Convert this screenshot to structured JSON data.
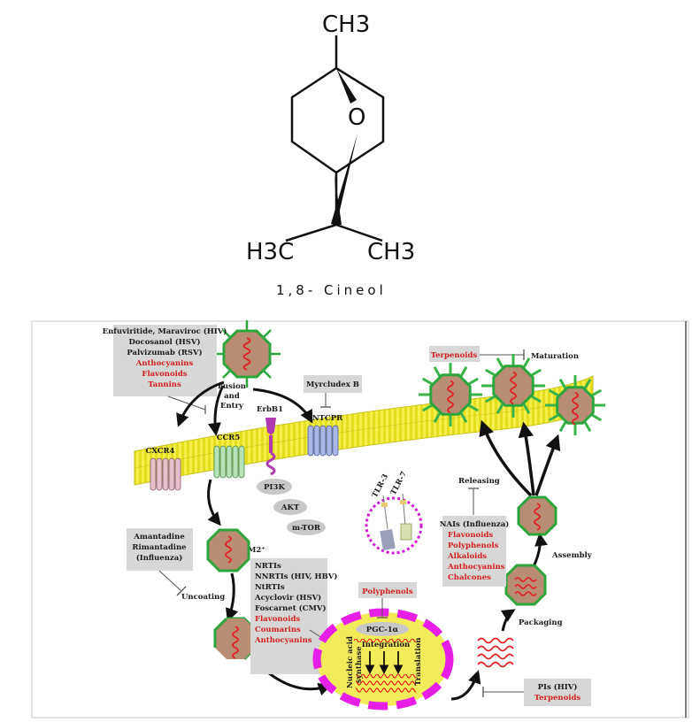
{
  "molecule": {
    "top_group": "CH3",
    "bottom_left_group": "H3C",
    "bottom_right_group": "CH3",
    "oxygen": "O",
    "caption": "1,8- Cineol"
  },
  "diagram": {
    "entry_box": {
      "black": [
        "Enfuviritide, Maraviroc (HIV)",
        "Docosanol (HSV)",
        "Palvizumab (RSV)"
      ],
      "red": [
        "Anthocyanins",
        "Flavonoids",
        "Tannins"
      ]
    },
    "fusion_label": [
      "Fusion",
      "and",
      "Entry"
    ],
    "myrcludex": "Myrcludex B",
    "receptors": {
      "erbb1": "ErbB1",
      "ntcpr": "NTCPR",
      "cxcr4": "CXCR4",
      "ccr5": "CCR5"
    },
    "signaling": {
      "pi3k": "PI3K",
      "akt": "AKT",
      "mtor": "m-TOR"
    },
    "tlr": {
      "tlr3": "TLR-3",
      "tlr7": "TLR-7"
    },
    "maturation_inhibitor": "Terpenoids",
    "maturation": "Maturation",
    "uncoating_box": [
      "Amantadine",
      "Rimantadine",
      "(Influenza)"
    ],
    "uncoating": "Uncoating",
    "m2": "M2⁺",
    "replication_box": {
      "black": [
        "NRTIs",
        "NNRTIs (HIV, HBV)",
        "NtRTIs",
        "Acyclovir (HSV)",
        "Foscarnet (CMV)"
      ],
      "red": [
        "Flavonoids",
        "Coumarins",
        "Anthocyanins"
      ]
    },
    "polyphenols": "Polyphenols",
    "pgc": "PGC-1α",
    "integration": "Integration",
    "nucleic_acid": [
      "Nucleic acid",
      "synthase"
    ],
    "translation": "Translation",
    "releasing": "Releasing",
    "release_box": {
      "black": [
        "NAIs (Influenza)"
      ],
      "red": [
        "Flavonoids",
        "Polyphenols",
        "Alkaloids",
        "Anthocyanins",
        "Chalcones"
      ]
    },
    "assembly": "Assembly",
    "packaging": "Packaging",
    "pi_box": {
      "black": "PIs (HIV)",
      "red": "Terpenoids"
    },
    "colors": {
      "membrane": "#e8e030",
      "capsid": "#b98d72",
      "capsid_border": "#2ea43c",
      "spike": "#3bb24a",
      "nucleus": "#e61ee6",
      "rna": "#e02020",
      "gray_box": "#d7d7d7",
      "red_text": "#d42020"
    }
  }
}
